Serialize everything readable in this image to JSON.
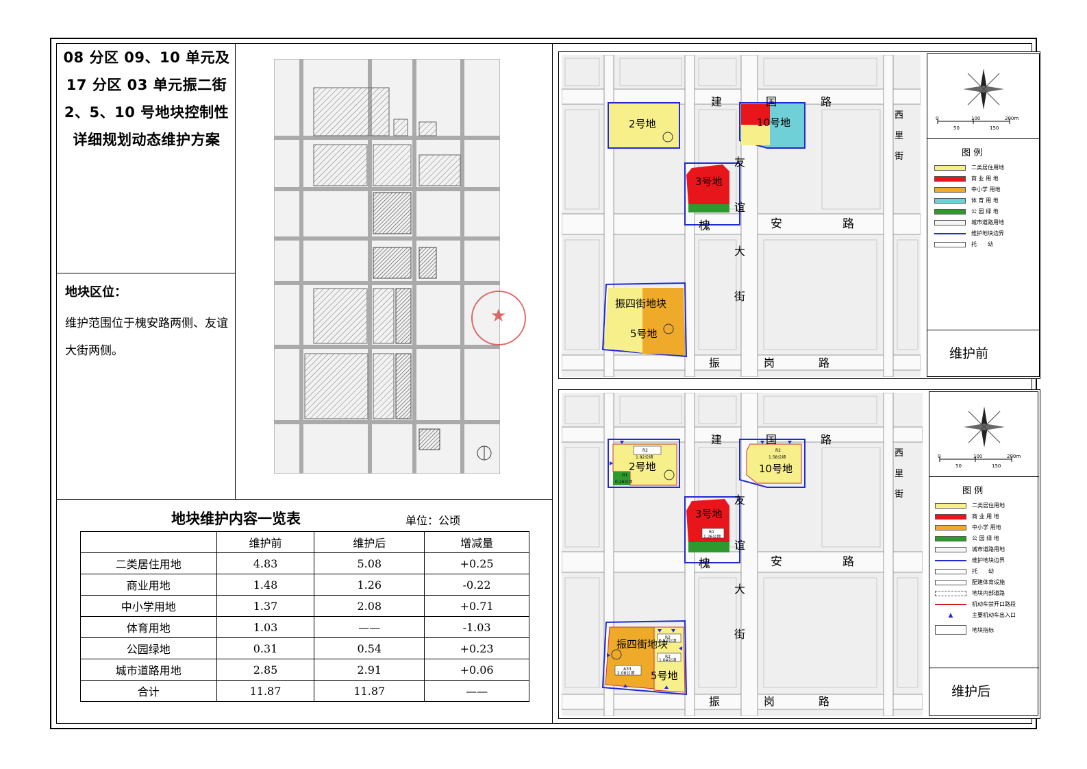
{
  "title_lines": [
    "08 分区 09、10 单元及",
    "17 分区 03 单元振二街",
    "2、5、10 号地块控制性",
    "详细规划动态维护方案"
  ],
  "location": {
    "heading": "地块区位：",
    "text": "维护范围位于槐安路两侧、友谊大街两侧。"
  },
  "table": {
    "title": "地块维护内容一览表",
    "unit": "单位：公顷",
    "headers": [
      "",
      "维护前",
      "维护后",
      "增减量"
    ],
    "rows": [
      [
        "二类居住用地",
        "4.83",
        "5.08",
        "+0.25"
      ],
      [
        "商业用地",
        "1.48",
        "1.26",
        "-0.22"
      ],
      [
        "中小学用地",
        "1.37",
        "2.08",
        "+0.71"
      ],
      [
        "体育用地",
        "1.03",
        "——",
        "-1.03"
      ],
      [
        "公园绿地",
        "0.31",
        "0.54",
        "+0.23"
      ],
      [
        "城市道路用地",
        "2.85",
        "2.91",
        "+0.06"
      ],
      [
        "合计",
        "11.87",
        "11.87",
        "——"
      ]
    ]
  },
  "maps": {
    "streets": {
      "jianguo": [
        "建",
        "国",
        "路"
      ],
      "huaian": [
        "槐",
        "安",
        "路"
      ],
      "youyi": [
        "友",
        "谊",
        "大",
        "街"
      ],
      "zhengang": [
        "振",
        "岗",
        "路"
      ],
      "xili": [
        "西",
        "里",
        "街"
      ]
    },
    "plots": {
      "p2": "2号地",
      "p3": "3号地",
      "p10": "10号地",
      "p5": "5号地",
      "zhensi": "振四街地块"
    },
    "after_tags": {
      "p2": [
        "R2",
        "1.92公顷"
      ],
      "p2g": [
        "G1",
        "0.26公顷"
      ],
      "p10": [
        "R2",
        "1.58公顷"
      ],
      "p3": [
        "B1",
        "1.26公顷"
      ],
      "p5a": [
        "R2",
        "0.54公顷"
      ],
      "p5b": [
        "R2",
        "1.04公顷"
      ],
      "p5c": [
        "A33",
        "2.08公顷"
      ]
    }
  },
  "legend_before": {
    "title": "图 例",
    "items": [
      "二类居住用地",
      "商 业 用 地",
      "中小学 用地",
      "体 育 用 地",
      "公 园 绿 地",
      "城市道路用地",
      "维护地块边界",
      "托　　幼"
    ],
    "state": "维护前"
  },
  "legend_after": {
    "title": "图 例",
    "items": [
      "二类居住用地",
      "商 业 用 地",
      "中小学 用地",
      "公 园 绿 地",
      "城市道路用地",
      "维护地块边界",
      "托　　幼",
      "配建体育设施",
      "地块内部道路",
      "机动车禁开口路段",
      "主要机动车出入口",
      "地块指标"
    ],
    "state": "维护后"
  },
  "scale_labels": [
    "0",
    "100",
    "200m",
    "50",
    "150"
  ],
  "colors": {
    "residential": "#f7ef8a",
    "commercial": "#e8161b",
    "school": "#efaa2a",
    "sports": "#6fd0d8",
    "green": "#2e9a2e",
    "boundary": "#1f2ad6"
  }
}
